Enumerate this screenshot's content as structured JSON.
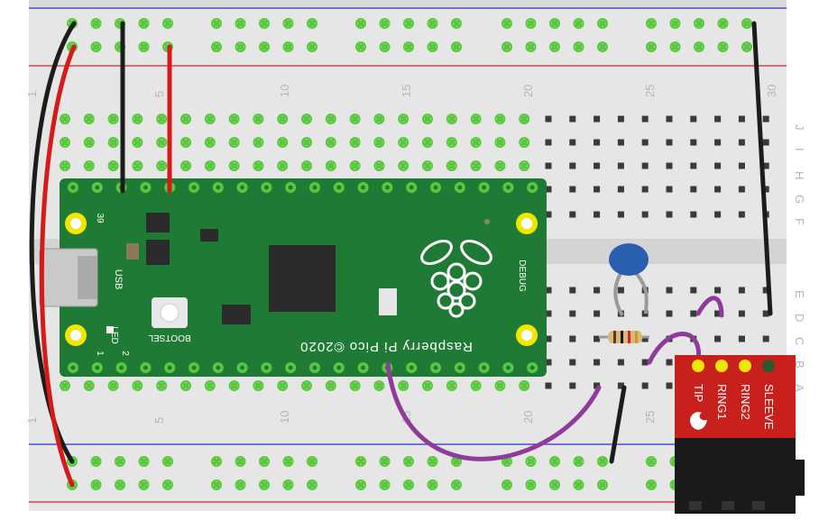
{
  "breadboard": {
    "column_labels_top": [
      "1",
      "5",
      "10",
      "15",
      "20",
      "25",
      "30"
    ],
    "column_labels_bottom": [
      "1",
      "5",
      "10",
      "15",
      "20",
      "25"
    ],
    "row_labels_upper": [
      "J",
      "I",
      "H",
      "G",
      "F"
    ],
    "row_labels_lower": [
      "E",
      "D",
      "C",
      "B",
      "A"
    ],
    "colors": {
      "board": "#e6e6e6",
      "hole_green": "#58c93c",
      "hole_dark": "#3a3a3a",
      "rail_blue": "#2a2ae0",
      "rail_red": "#d8202a",
      "wire_red": "#d61a1a",
      "wire_black": "#1c1c1c",
      "wire_purple": "#8e3b9a"
    }
  },
  "pico": {
    "board_color": "#1f7a35",
    "pad_color": "#f3e600",
    "name_label": "Raspberry Pi Pico ©2020",
    "usb_label": "USB",
    "bootsel_label": "BOOTSEL",
    "debug_label": "DEBUG",
    "led_label": "LED",
    "pin_labels": [
      "39",
      "1",
      "2"
    ]
  },
  "trrs": {
    "board_color": "#c8201c",
    "pin_labels": [
      "TIP",
      "RING1",
      "RING2",
      "SLEEVE"
    ]
  },
  "components": {
    "capacitor_color": "#2a5fb0",
    "resistor_body": "#d9b87a"
  }
}
